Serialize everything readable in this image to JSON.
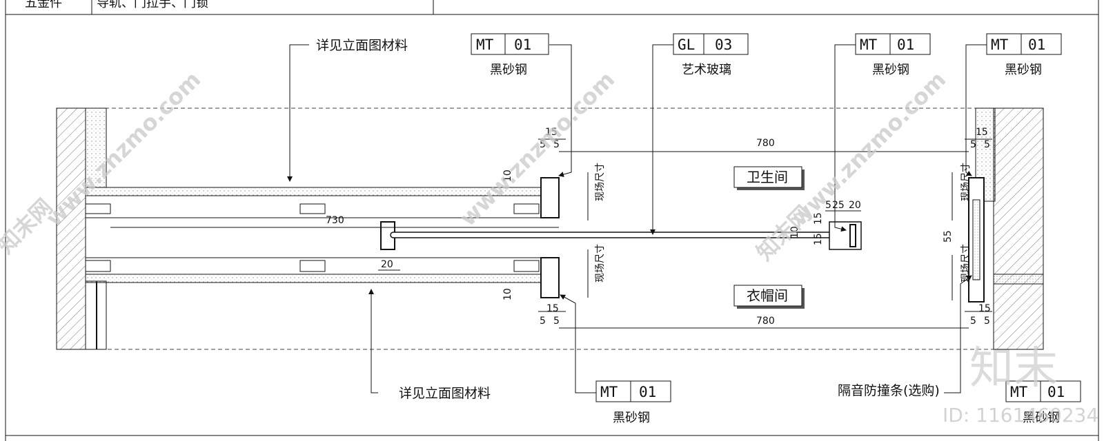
{
  "header_row": {
    "label": "五金件",
    "value": "导轨、门拉手、门锁"
  },
  "notes": {
    "top_left": "详见立面图材料",
    "bottom_left": "详见立面图材料",
    "acoustic_strip": "隔音防撞条(选购)"
  },
  "material_tags": [
    {
      "code": "MT",
      "num": "01",
      "name": "黑砂钢"
    },
    {
      "code": "GL",
      "num": "03",
      "name": "艺术玻璃"
    },
    {
      "code": "MT",
      "num": "01",
      "name": "黑砂钢"
    },
    {
      "code": "MT",
      "num": "01",
      "name": "黑砂钢"
    },
    {
      "code": "MT",
      "num": "01",
      "name": "黑砂钢"
    },
    {
      "code": "MT",
      "num": "01",
      "name": "黑砂钢"
    }
  ],
  "rooms": {
    "top": "卫生间",
    "bottom": "衣帽间"
  },
  "dimensions": {
    "top_span": "780",
    "bottom_span": "780",
    "pocket": "730",
    "d15": "15",
    "d5": "5",
    "d10": "10",
    "d20": "20",
    "d25": "25",
    "d55": "55",
    "site": "现场尺寸"
  },
  "watermark": {
    "site": "www.znzmo.com",
    "brand_cn": "知末网",
    "logo": "知末",
    "id": "ID: 1161460234"
  }
}
